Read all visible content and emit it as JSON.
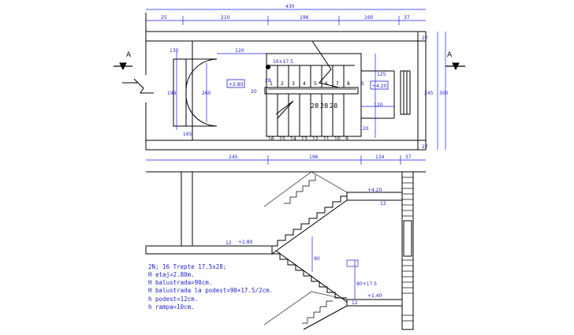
{
  "colors": {
    "background": "#ffffff",
    "line": "#000000",
    "dimension": "#1a1aff",
    "label": "#2222cc",
    "level_box": "#2222cc"
  },
  "plan": {
    "section_mark_left": "A",
    "section_mark_right": "A",
    "dims_top": {
      "total": "430",
      "left_wall": "25",
      "seg1": "210",
      "seg2": "196",
      "seg3": "160",
      "right_wall": "37"
    },
    "dims_bottom": {
      "seg1": "245",
      "seg2": "196",
      "seg3": "134",
      "seg4": "37"
    },
    "dims_right": {
      "top": "27",
      "mid": "245",
      "total": "300",
      "bottom": "27"
    },
    "dims_interior": {
      "door_width": "130",
      "door_height": "260",
      "corridor_depth": "165",
      "flight_label": "16×17.5",
      "stair_width": "120",
      "landing_width": "120",
      "landing_depth": "125",
      "well_width": "20",
      "step_depth": "28",
      "top_dim": "120",
      "right_small": "5"
    },
    "level_floor": "+2.80",
    "level_landing": "+4.20",
    "step_numbers_upper": [
      "1",
      "2",
      "3",
      "4",
      "5",
      "6",
      "7",
      "8"
    ],
    "step_numbers_lower": [
      "16",
      "15",
      "14",
      "13",
      "12",
      "11",
      "10",
      "9"
    ],
    "tread_labels": [
      "28",
      "28",
      "28"
    ],
    "left_height_dim": "196"
  },
  "section": {
    "level_top": "+4.20",
    "level_mid": "+2.80",
    "level_low": "+1.40",
    "slab_labels": [
      "12",
      "12",
      "12"
    ],
    "dim_vertical": "90",
    "dim_height": "90+17.5",
    "notes": [
      "2N;   16 Trepte 17.5x28;",
      "H etaj=2.80m.",
      "H balustrada=90cm.",
      "H balustrada la podest=90+17.5/2cm.",
      "h podest=12cm.",
      "h rampa=10cm."
    ]
  }
}
